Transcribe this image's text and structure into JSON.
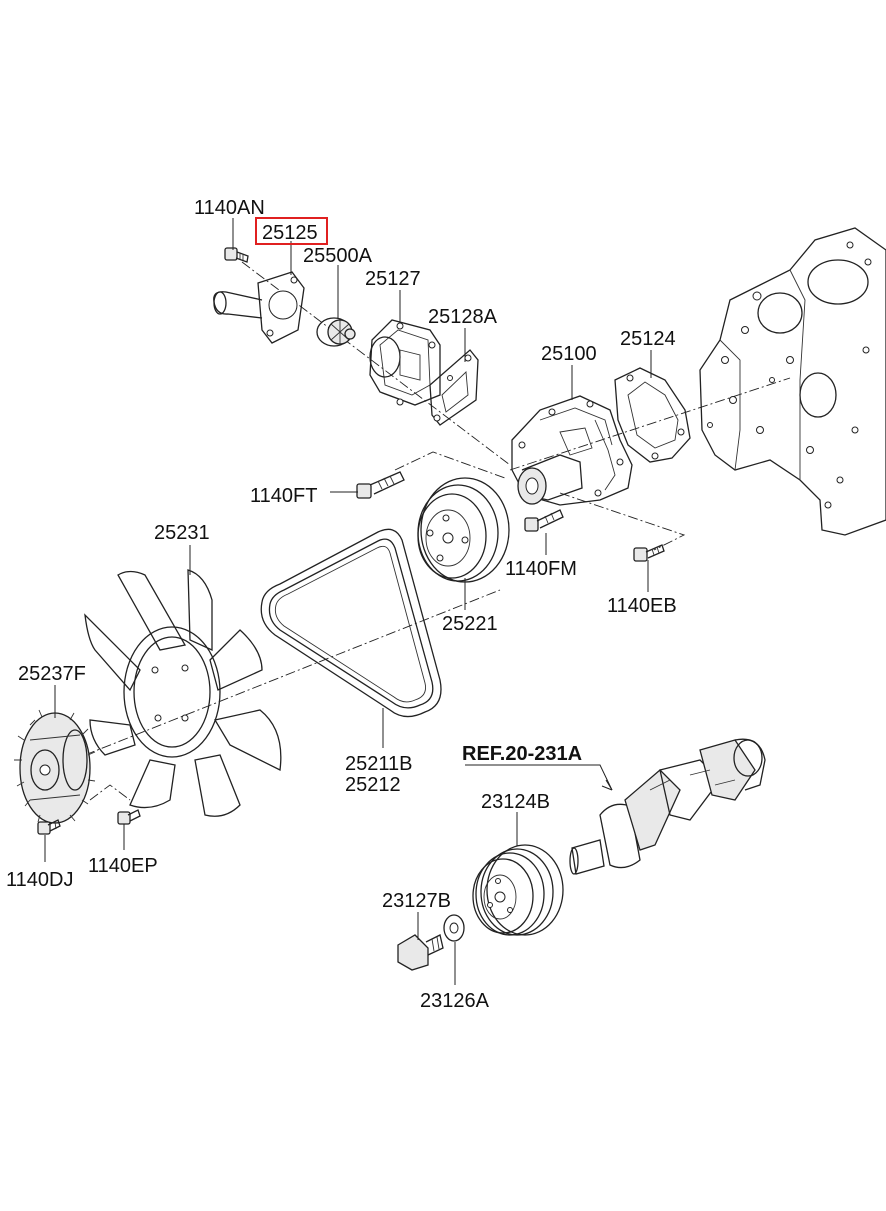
{
  "labels": {
    "p1140AN": "1140AN",
    "p25125": "25125",
    "p25500A": "25500A",
    "p25127": "25127",
    "p25128A": "25128A",
    "p25100": "25100",
    "p25124": "25124",
    "p1140FT": "1140FT",
    "p25231": "25231",
    "p1140FM": "1140FM",
    "p1140EB": "1140EB",
    "p25221": "25221",
    "p25237F": "25237F",
    "p25211B": "25211B",
    "p25212": "25212",
    "ref": "REF.20-231A",
    "p23124B": "23124B",
    "p23127B": "23127B",
    "p23126A": "23126A",
    "p1140DJ": "1140DJ",
    "p1140EP": "1140EP"
  },
  "highlight": {
    "part": "25125",
    "color": "#e02020"
  }
}
